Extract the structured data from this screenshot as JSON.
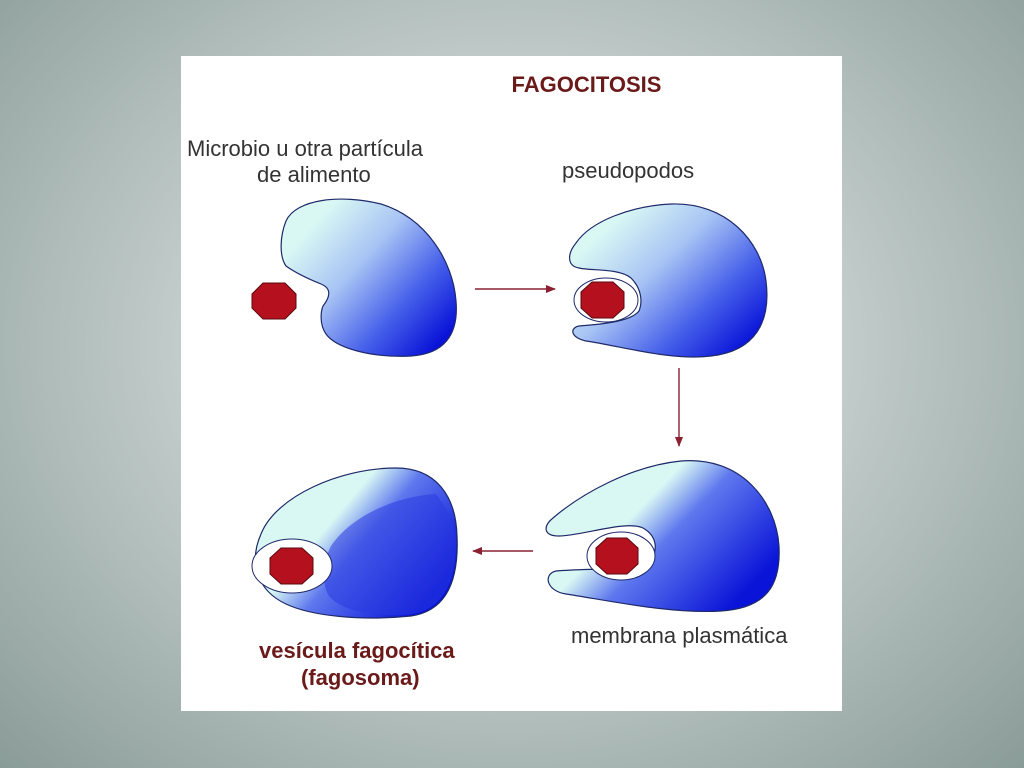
{
  "title": "FAGOCITOSIS",
  "labels": {
    "microbe_line1": "Microbio u otra partícula",
    "microbe_line2": "de alimento",
    "pseudopods": "pseudopodos",
    "membrane": "membrana plasmática",
    "vesicle_line1": "vesícula fagocítica",
    "vesicle_line2": "(fagosoma)"
  },
  "colors": {
    "cell_light": "#d9f8f4",
    "cell_dark": "#0a14d8",
    "particle": "#b4101e",
    "arrow": "#8a2030"
  }
}
